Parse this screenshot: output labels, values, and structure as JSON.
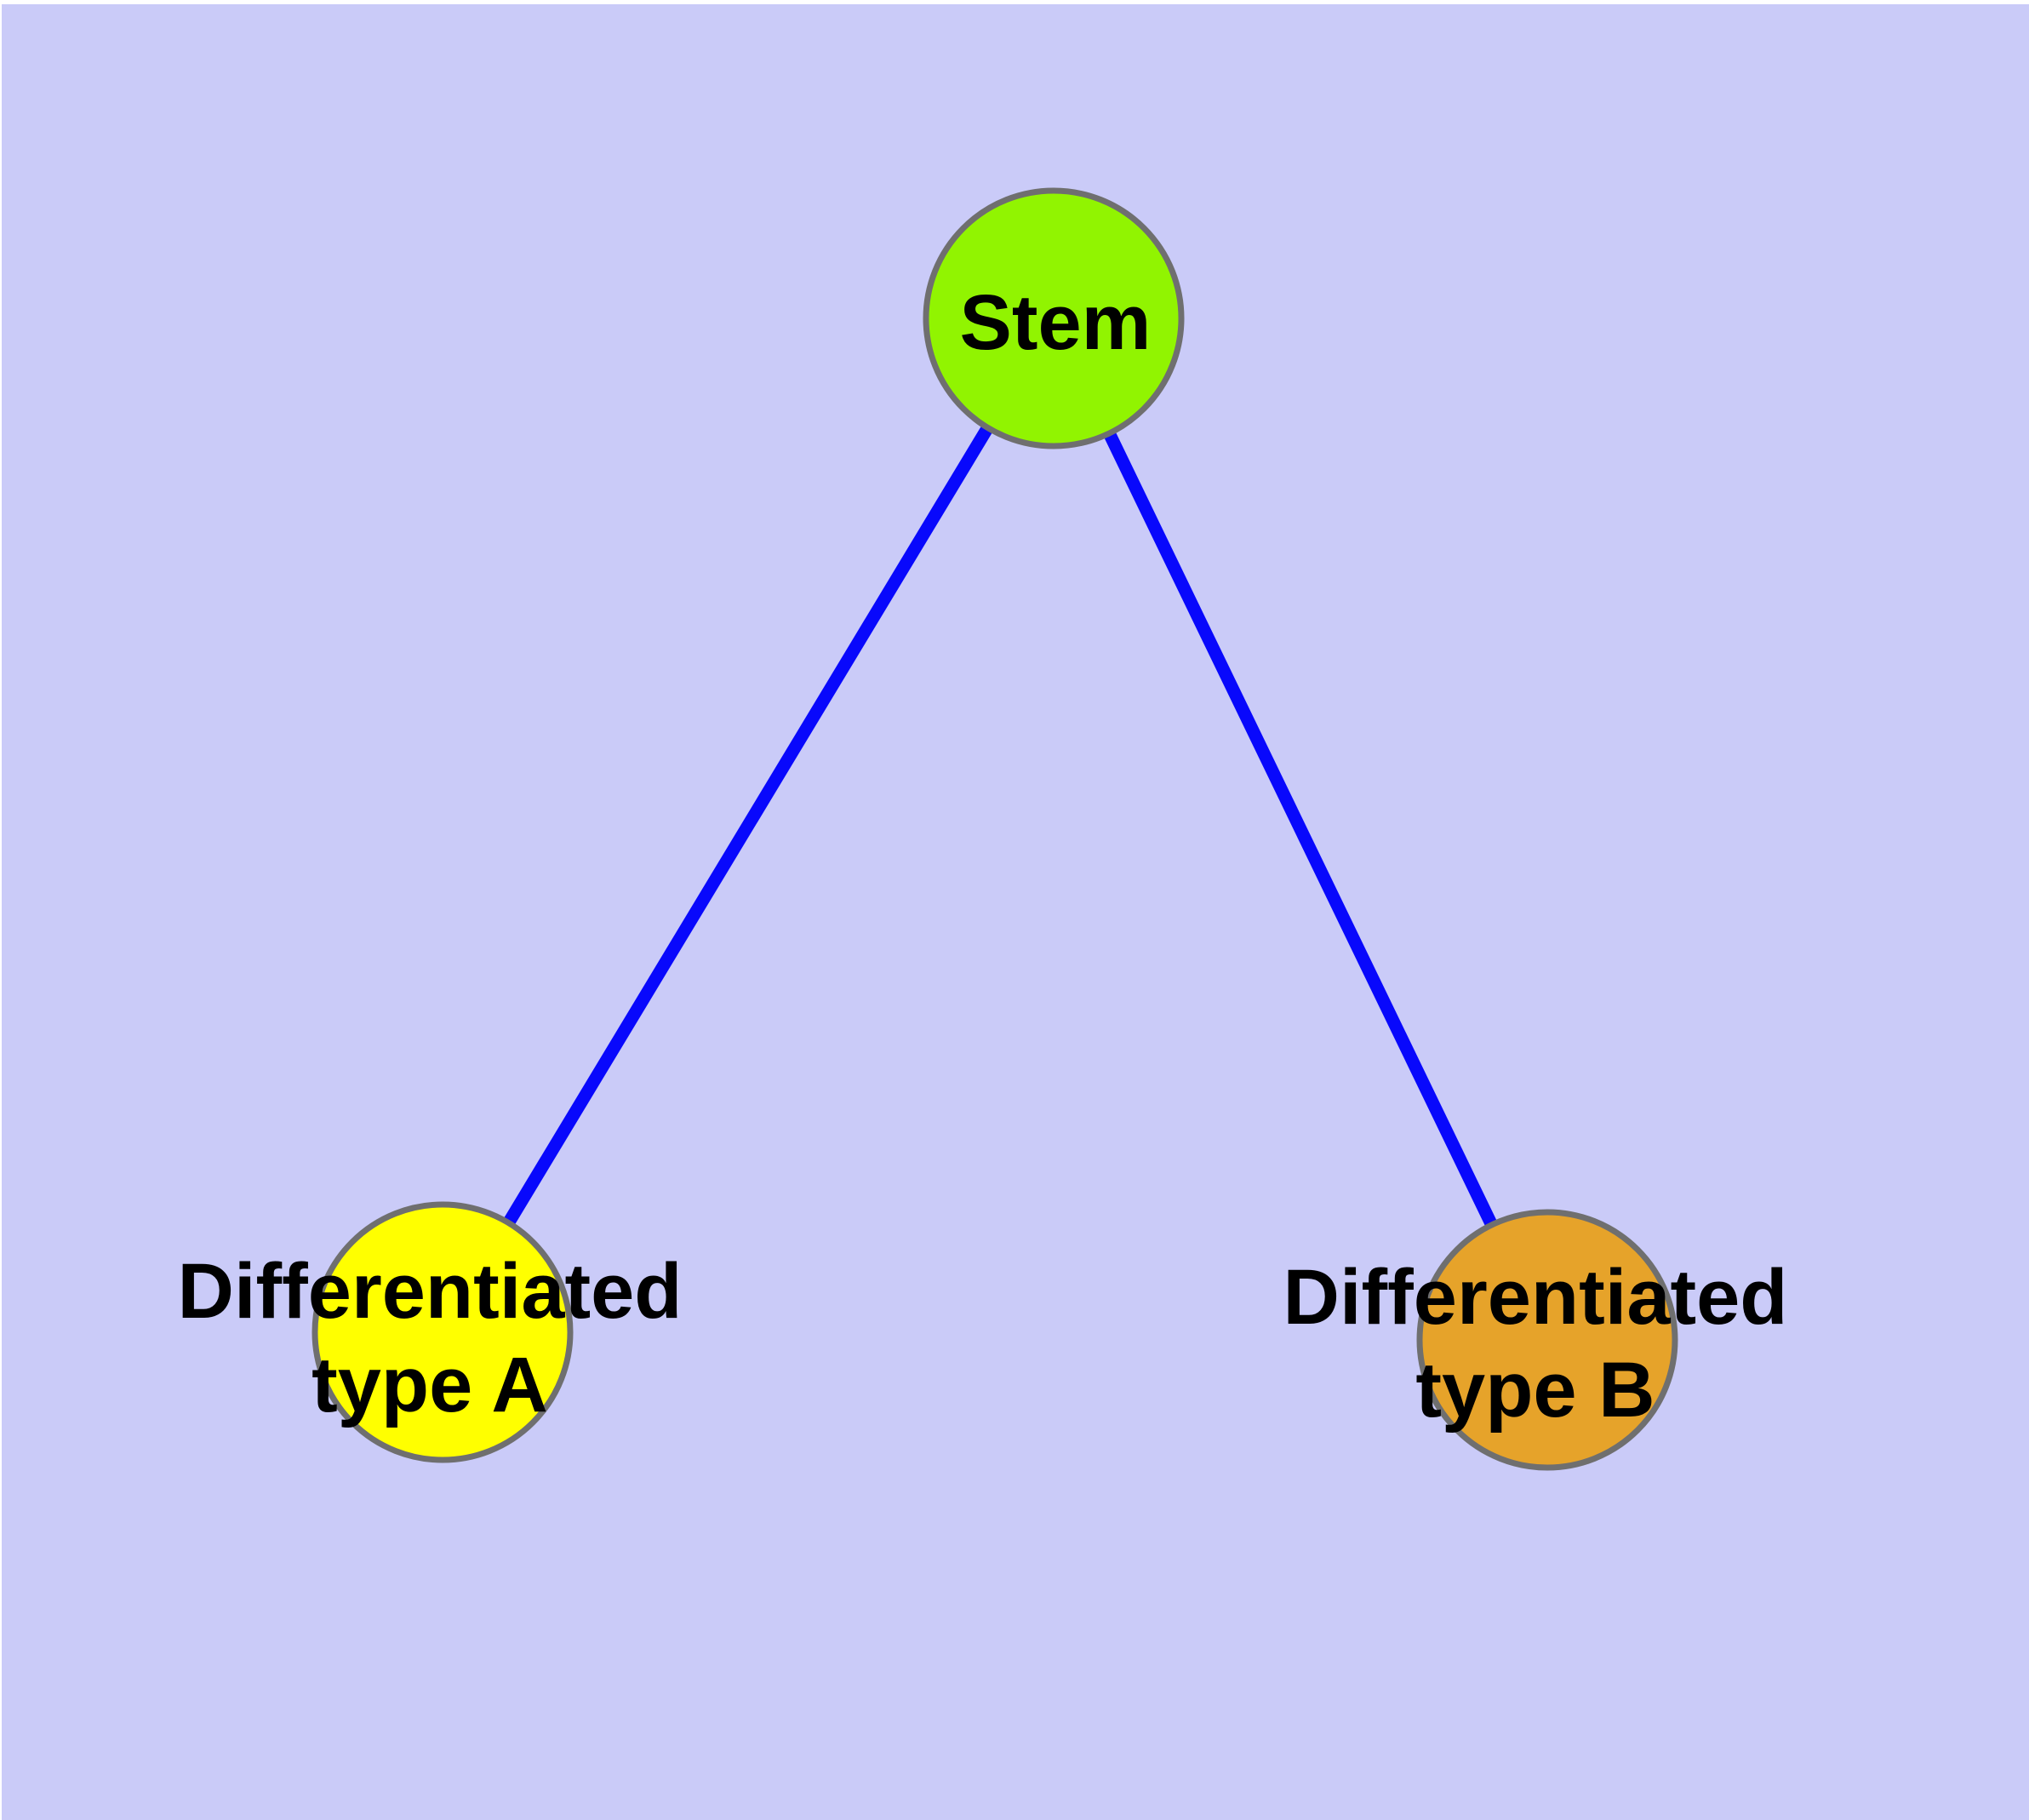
{
  "diagram": {
    "description": "Stem cell differentiation diagram with one parent node connected to two differentiated child nodes",
    "colors": {
      "background": "#cacbf8",
      "edge": "#0808fc",
      "node_border": "#6f6f6f",
      "label_text": "#000000"
    },
    "nodes": [
      {
        "id": "stem",
        "label": "Stem",
        "fill": "#91f401"
      },
      {
        "id": "differentiated-type-a",
        "label_line1": "Differentiated",
        "label_line2": "type A",
        "fill": "#ffff00"
      },
      {
        "id": "differentiated-type-b",
        "label_line1": "Differentiated",
        "label_line2": "type B",
        "fill": "#e6a32a"
      }
    ],
    "edges": [
      {
        "from": "stem",
        "to": "differentiated-type-a"
      },
      {
        "from": "stem",
        "to": "differentiated-type-b"
      }
    ]
  }
}
